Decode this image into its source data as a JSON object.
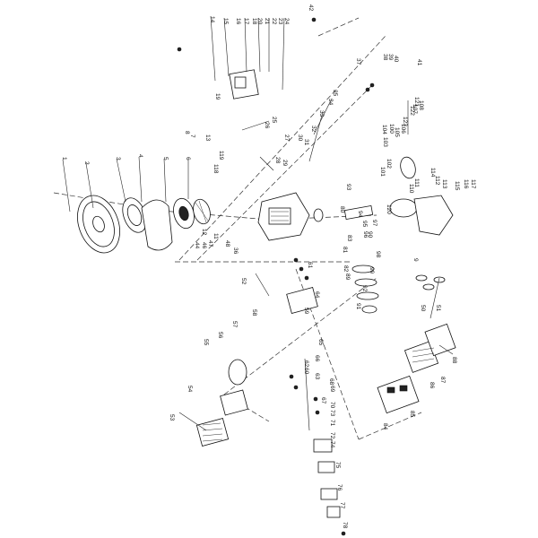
{
  "diagram": {
    "labels": {
      "p1": "1",
      "p2": "2",
      "p3": "3",
      "p4": "4",
      "p5": "5",
      "p6": "6",
      "p7": "7",
      "p8": "8",
      "p9": "9",
      "p11": "11",
      "p12": "12",
      "p13": "13",
      "p14": "14",
      "p15": "15",
      "p16": "16",
      "p17": "17",
      "p18": "18",
      "p19": "19",
      "p20": "20",
      "p21": "21",
      "p22": "22",
      "p23": "23",
      "p24": "24",
      "p25": "25",
      "p26": "26",
      "p27": "27",
      "p28": "28",
      "p29": "29",
      "p30": "30",
      "p31": "31",
      "p32": "32",
      "p33": "33",
      "p34": "34",
      "p35": "35",
      "p36": "36",
      "p37": "37",
      "p38": "38",
      "p39": "39",
      "p40": "40",
      "p41": "41",
      "p42": "42",
      "p44": "44",
      "p46": "46",
      "p47": "47",
      "p48": "48",
      "p50": "50",
      "p51": "51",
      "p52": "52",
      "p53": "53",
      "p54": "54",
      "p55": "55",
      "p56": "56",
      "p57": "57",
      "p58": "58",
      "p59": "59",
      "p60": "60",
      "p61": "61",
      "p62": "62",
      "p63": "63",
      "p64": "64",
      "p65": "65",
      "p66": "66",
      "p67": "67",
      "p68": "68",
      "p69": "69",
      "p70": "70",
      "p71": "71",
      "p72": "72",
      "p73": "73",
      "p74": "74",
      "p75": "75",
      "p76": "76",
      "p77": "77",
      "p78": "78",
      "p80": "80",
      "p81": "81",
      "p82": "82",
      "p83": "83",
      "p84": "84",
      "p85": "85",
      "p86": "86",
      "p87": "87",
      "p88": "88",
      "p89": "89",
      "p90": "90",
      "p91": "91",
      "p92": "92",
      "p93": "93",
      "p94": "94",
      "p95": "95",
      "p96": "96",
      "p97": "97",
      "p98": "98",
      "p99": "99",
      "p100": "100",
      "p101": "101",
      "p102": "102",
      "p103": "103",
      "p104": "104",
      "p105": "105",
      "p106": "106",
      "p107": "107",
      "p108": "108",
      "p110": "110",
      "p111": "111",
      "p112": "112",
      "p113": "113",
      "p114": "114",
      "p115": "115",
      "p116": "116",
      "p117": "117",
      "p118": "118",
      "p119": "119",
      "p120": "120",
      "p121": "121",
      "p122": "122",
      "p123": "123"
    }
  }
}
